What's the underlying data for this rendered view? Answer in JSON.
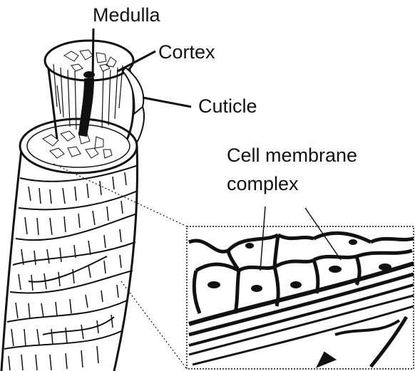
{
  "labels": {
    "medulla": "Medulla",
    "cortex": "Cortex",
    "cuticle": "Cuticle",
    "cell_membrane_line1": "Cell membrane",
    "cell_membrane_line2": "complex"
  },
  "colors": {
    "ink": "#111111",
    "paper": "#ffffff"
  }
}
